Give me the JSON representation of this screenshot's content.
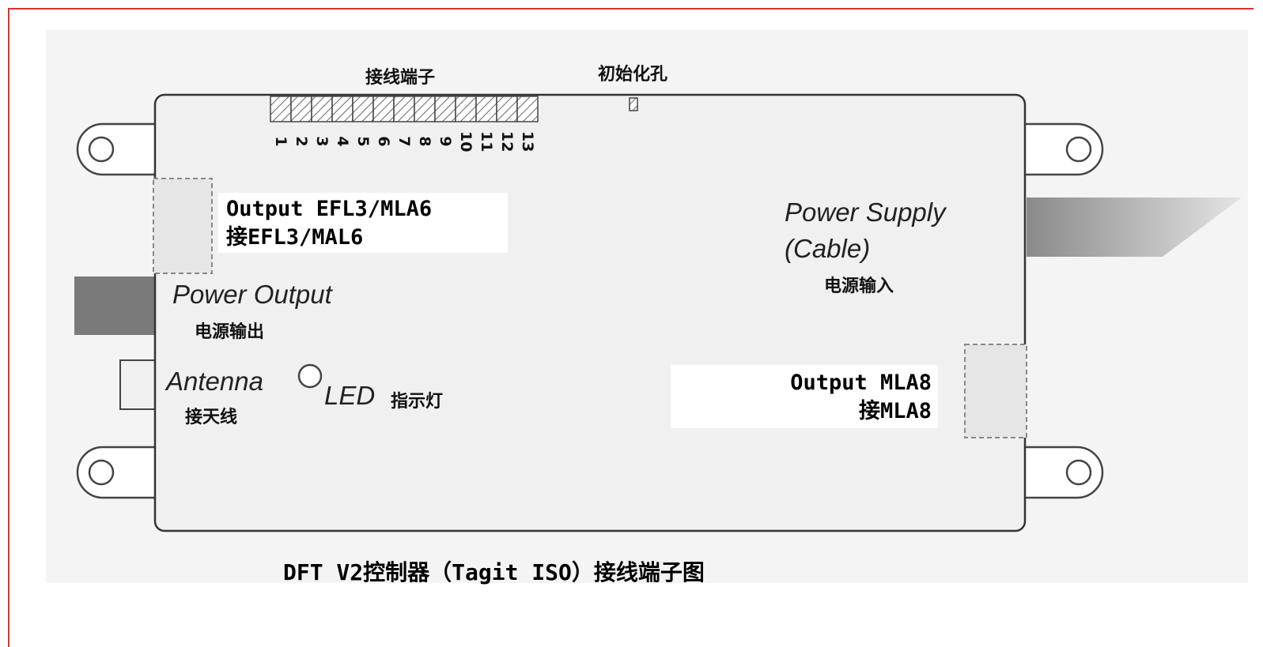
{
  "terminal_block": {
    "label": "接线端子",
    "numbers": [
      "1",
      "2",
      "3",
      "4",
      "5",
      "6",
      "7",
      "8",
      "9",
      "10",
      "11",
      "12",
      "13"
    ]
  },
  "init_hole": {
    "label": "初始化孔"
  },
  "output_efl": {
    "line1": "Output EFL3/MLA6",
    "line2": "接EFL3/MAL6"
  },
  "power_output": {
    "en": "Power Output",
    "zh": "电源输出"
  },
  "antenna": {
    "en": "Antenna",
    "zh": "接天线"
  },
  "led": {
    "en": "LED",
    "zh": "指示灯"
  },
  "power_supply": {
    "en_line1": "Power Supply",
    "en_line2": "(Cable)",
    "zh": "电源输入"
  },
  "output_mla8": {
    "line1": "Output MLA8",
    "line2": "接MLA8"
  },
  "caption": "DFT V2控制器（Tagit ISO）接线端子图"
}
